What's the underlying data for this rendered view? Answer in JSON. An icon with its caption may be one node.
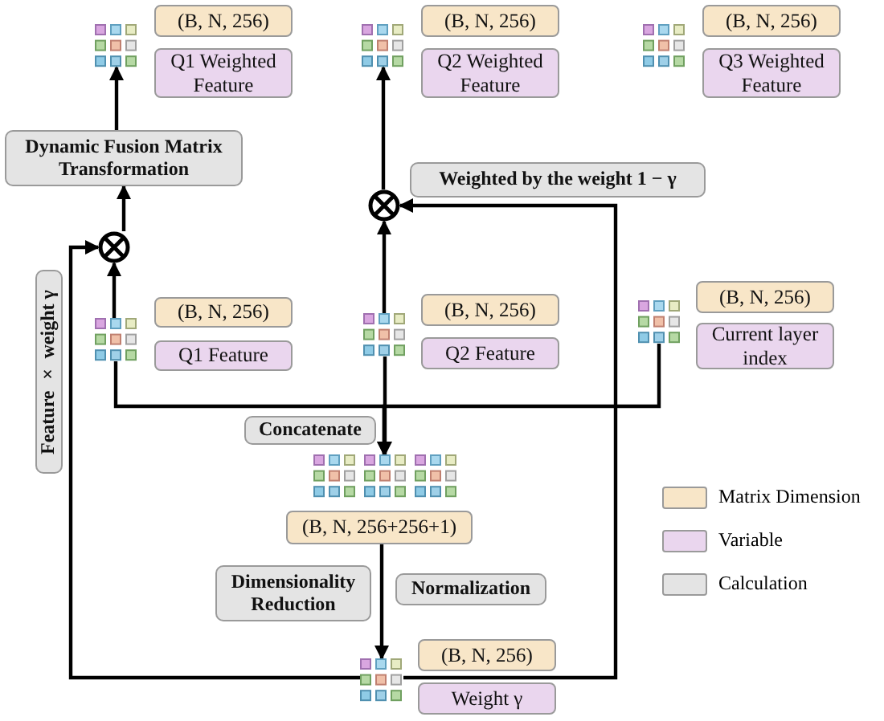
{
  "diagram": {
    "nodes": [
      {
        "text": [],
        "shape": "grid"
      },
      {
        "text": [
          "(B, N, 256)"
        ]
      },
      {
        "text": [
          "Q1 Weighted Feature"
        ]
      },
      {
        "text": [],
        "shape": "grid"
      },
      {
        "text": [
          "(B, N, 256)"
        ]
      },
      {
        "text": [
          "Q2 Weighted Feature"
        ]
      },
      {
        "text": [],
        "shape": "grid"
      },
      {
        "text": [
          "(B, N, 256)"
        ]
      },
      {
        "text": [
          "Q3 Weighted Feature"
        ]
      },
      {
        "text": [
          "Dynamic Fusion Matrix Transformation"
        ]
      },
      {
        "text": [
          "Weighted by the weight 1 − γ"
        ]
      },
      {
        "text": [],
        "shape": "circle"
      },
      {
        "text": [],
        "shape": "circle"
      },
      {
        "text": [
          "Feature × weight γ"
        ]
      },
      {
        "text": [],
        "shape": "grid"
      },
      {
        "text": [
          "(B, N, 256)"
        ]
      },
      {
        "text": [
          "Q1 Feature"
        ]
      },
      {
        "text": [],
        "shape": "grid"
      },
      {
        "text": [
          "(B, N, 256)"
        ]
      },
      {
        "text": [
          "Q2 Feature"
        ]
      },
      {
        "text": [],
        "shape": "grid"
      },
      {
        "text": [
          "(B, N, 256)"
        ]
      },
      {
        "text": [
          "Current layer index"
        ]
      },
      {
        "text": [
          "Concatenate"
        ]
      },
      {
        "text": [],
        "shape": "grid"
      },
      {
        "text": [
          "(B, N, 256+256+1)"
        ]
      },
      {
        "text": [
          "Dimensionality Reduction"
        ]
      },
      {
        "text": [
          "Normalization"
        ]
      },
      {
        "text": [],
        "shape": "grid"
      },
      {
        "text": [
          "(B, N, 256)"
        ]
      },
      {
        "text": [
          "Weight γ"
        ]
      }
    ],
    "edges": [
      {
        "from": 14,
        "to": 11,
        "arrow": "to"
      },
      {
        "from": 11,
        "to": 9,
        "arrow": "to"
      },
      {
        "from": 9,
        "to": 0,
        "arrow": "to"
      },
      {
        "from": 17,
        "to": 12,
        "arrow": "to"
      },
      {
        "from": 12,
        "to": 3,
        "arrow": "to"
      },
      {
        "from": 28,
        "to": 11,
        "arrow": "to"
      },
      {
        "from": 28,
        "to": 12,
        "arrow": "to"
      },
      {
        "from": 14,
        "to": 24,
        "arrow": "to"
      },
      {
        "from": 17,
        "to": 24,
        "arrow": "to"
      },
      {
        "from": 20,
        "to": 24,
        "arrow": "to"
      },
      {
        "from": 25,
        "to": 28,
        "arrow": "to"
      }
    ],
    "legend": [
      {
        "text": "Matrix Dimension",
        "color": "#f8e6c8"
      },
      {
        "text": "Variable",
        "color": "#ead6ee"
      },
      {
        "text": "Calculation",
        "color": "#e4e4e4"
      }
    ]
  }
}
